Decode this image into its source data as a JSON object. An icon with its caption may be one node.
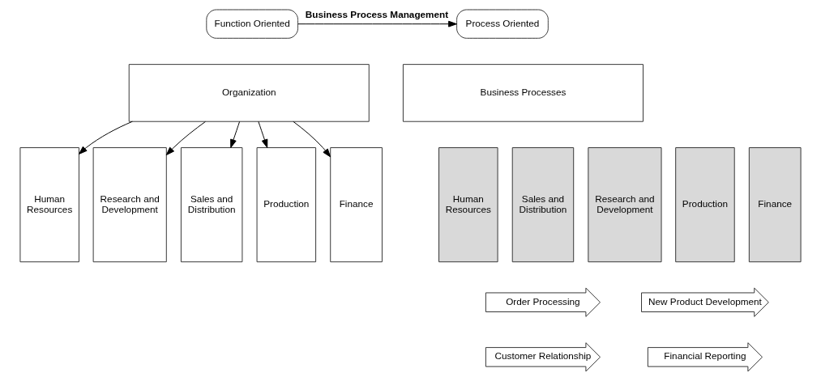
{
  "diagram": {
    "nodes": [
      {
        "text": [
          "Function Oriented"
        ]
      },
      {
        "text": [
          "Process Oriented"
        ]
      },
      {
        "text": [
          "Organization"
        ]
      },
      {
        "text": [
          "Business Processes"
        ]
      },
      {
        "text": [
          "Human Resources"
        ]
      },
      {
        "text": [
          "Research and Development"
        ]
      },
      {
        "text": [
          "Sales and Distribution"
        ]
      },
      {
        "text": [
          "Production"
        ]
      },
      {
        "text": [
          "Finance"
        ]
      },
      {
        "text": [
          "Human Resources"
        ]
      },
      {
        "text": [
          "Research and Development"
        ]
      },
      {
        "text": [
          "Sales and Distribution"
        ]
      },
      {
        "text": [
          "Production"
        ]
      },
      {
        "text": [
          "Finance"
        ]
      },
      {
        "text": [
          "Order Processing"
        ]
      },
      {
        "text": [
          "New Product Development"
        ]
      },
      {
        "text": [
          "Customer Relationship"
        ]
      },
      {
        "text": [
          "Financial Reporting"
        ]
      }
    ],
    "edges": [
      {
        "from": 0,
        "to": 1,
        "arrow": "to",
        "label": "Business Process Management"
      },
      {
        "from": 2,
        "to": 4,
        "arrow": "to"
      },
      {
        "from": 2,
        "to": 5,
        "arrow": "to"
      },
      {
        "from": 2,
        "to": 6,
        "arrow": "to"
      },
      {
        "from": 2,
        "to": 7,
        "arrow": "to"
      },
      {
        "from": 2,
        "to": 8,
        "arrow": "to"
      }
    ]
  }
}
